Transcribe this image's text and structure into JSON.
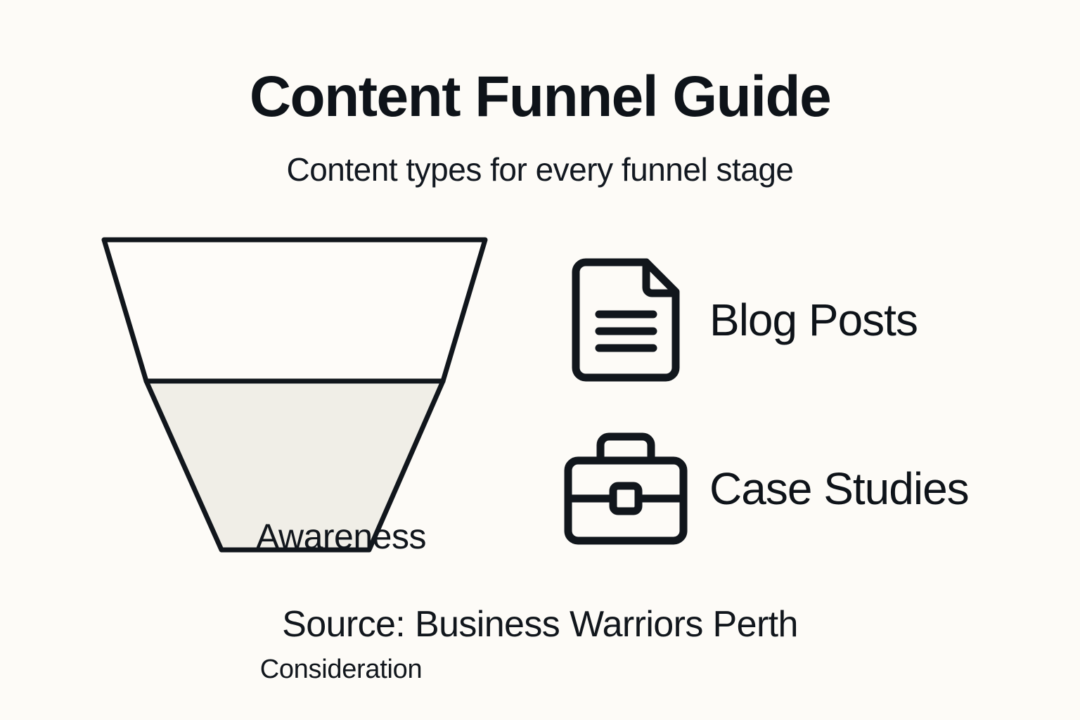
{
  "header": {
    "title": "Content Funnel Guide",
    "subtitle": "Content types for every funnel stage"
  },
  "funnel": {
    "stages": [
      {
        "label": "Awareness",
        "fill": "#FEFCF9"
      },
      {
        "label": "Consideration",
        "fill": "#F0EEE7"
      }
    ],
    "stroke": "#11161C"
  },
  "content_types": [
    {
      "icon": "document-icon",
      "label": "Blog Posts"
    },
    {
      "icon": "briefcase-icon",
      "label": "Case Studies"
    }
  ],
  "footer": {
    "source": "Source: Business Warriors Perth"
  },
  "colors": {
    "background": "#FDFBF7",
    "ink": "#11161C",
    "stage_awareness_fill": "#FEFCF9",
    "stage_consideration_fill": "#F0EEE7"
  }
}
